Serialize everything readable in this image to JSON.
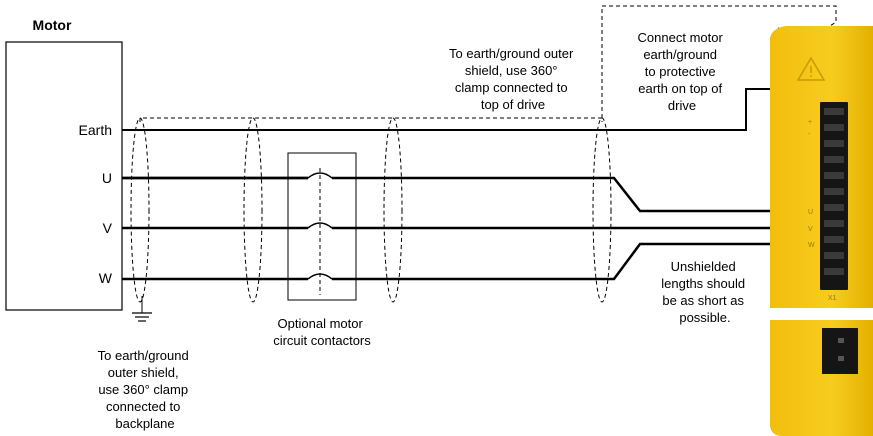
{
  "motor": {
    "title": "Motor",
    "terminals": [
      "Earth",
      "U",
      "V",
      "W"
    ]
  },
  "notes": {
    "top_shield": [
      "To earth/ground outer",
      "shield, use 360°",
      "clamp connected to",
      "top of drive"
    ],
    "connect_earth": [
      "Connect motor",
      "earth/ground",
      "to protective",
      "earth on top of",
      "drive"
    ],
    "unshielded": [
      "Unshielded",
      "lengths should",
      "be as short as",
      "possible."
    ],
    "contactors": [
      "Optional motor",
      "circuit contactors"
    ],
    "bottom_shield": [
      "To earth/ground",
      "outer shield,",
      "use 360° clamp",
      "connected to",
      "backplane"
    ]
  },
  "drive": {
    "warning_symbol": "warning-triangle-icon",
    "terminal_labels": [
      "+",
      "-",
      "U",
      "V",
      "W"
    ],
    "port_label": "X1",
    "color": "#f5c518"
  }
}
